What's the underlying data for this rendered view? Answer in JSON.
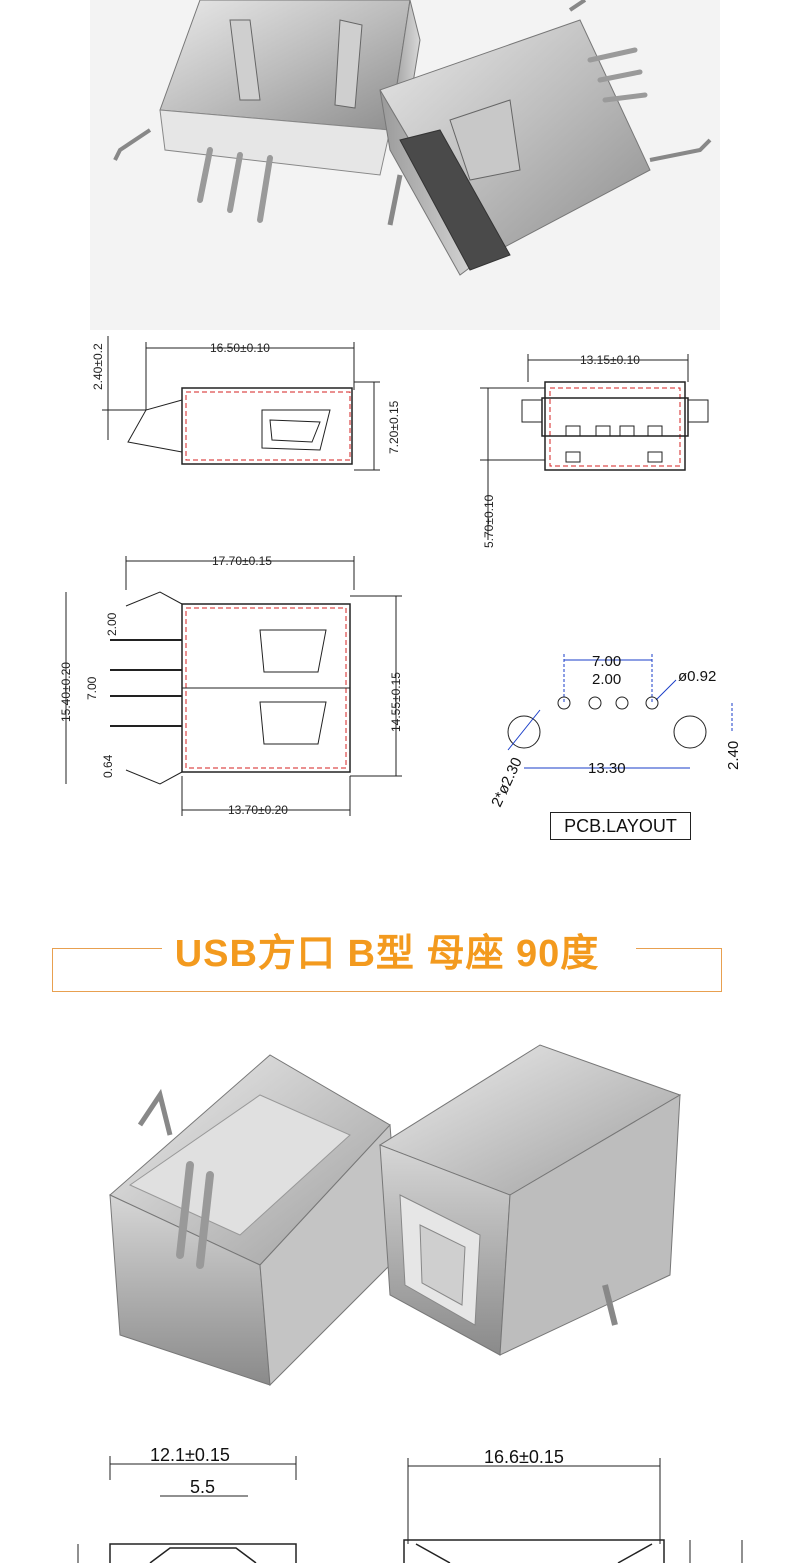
{
  "section_a_dims": {
    "side_width": "16.50±0.10",
    "side_left": "2.40±0.2",
    "side_height": "7.20±0.15",
    "front_width": "13.15±0.10",
    "front_height": "5.70±0.10",
    "top_width": "17.70±0.15",
    "top_left": "15.40±0.20",
    "top_pitch_a": "2.00",
    "top_pitch_b": "7.00",
    "top_pin": "0.64",
    "top_right": "14.55±0.15",
    "top_bottom": "13.70±0.20"
  },
  "pcb": {
    "d1": "7.00",
    "d2": "2.00",
    "hole": "ø0.92",
    "peg": "2*ø2.30",
    "span": "13.30",
    "offset": "2.40",
    "label": "PCB.LAYOUT"
  },
  "section_b": {
    "title": "USB方口 B型 母座 90度",
    "dim_a": "12.1±0.15",
    "dim_b": "5.5",
    "dim_c": "16.6±0.15"
  },
  "colors": {
    "accent": "#f39a1e",
    "line": "#222222",
    "red": "#d42020",
    "blue": "#1a3ec8"
  }
}
